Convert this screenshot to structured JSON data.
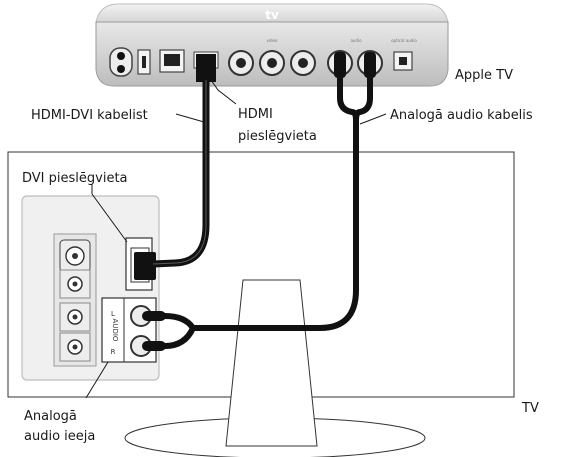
{
  "labels": {
    "apple_tv": "Apple TV",
    "hdmi_dvi_cable": "HDMI-DVI kabelist",
    "hdmi_port_line1": "HDMI",
    "hdmi_port_line2": "pieslēgvieta",
    "analog_audio_cable": "Analogā audio kabelis",
    "dvi_port": "DVI pieslēgvieta",
    "tv": "TV",
    "analog_audio_input_line1": "Analogā",
    "analog_audio_input_line2": "audio ieeja"
  },
  "device_markings": {
    "logo": "tv",
    "audio_l": "L",
    "audio_text": "AUDIO",
    "audio_r": "R",
    "rear_video": "video",
    "rear_audio": "audio",
    "rear_optical": "optical audio"
  },
  "colors": {
    "cable": "#111111",
    "device_silver": "#d9d9d9",
    "outline": "#333333"
  }
}
